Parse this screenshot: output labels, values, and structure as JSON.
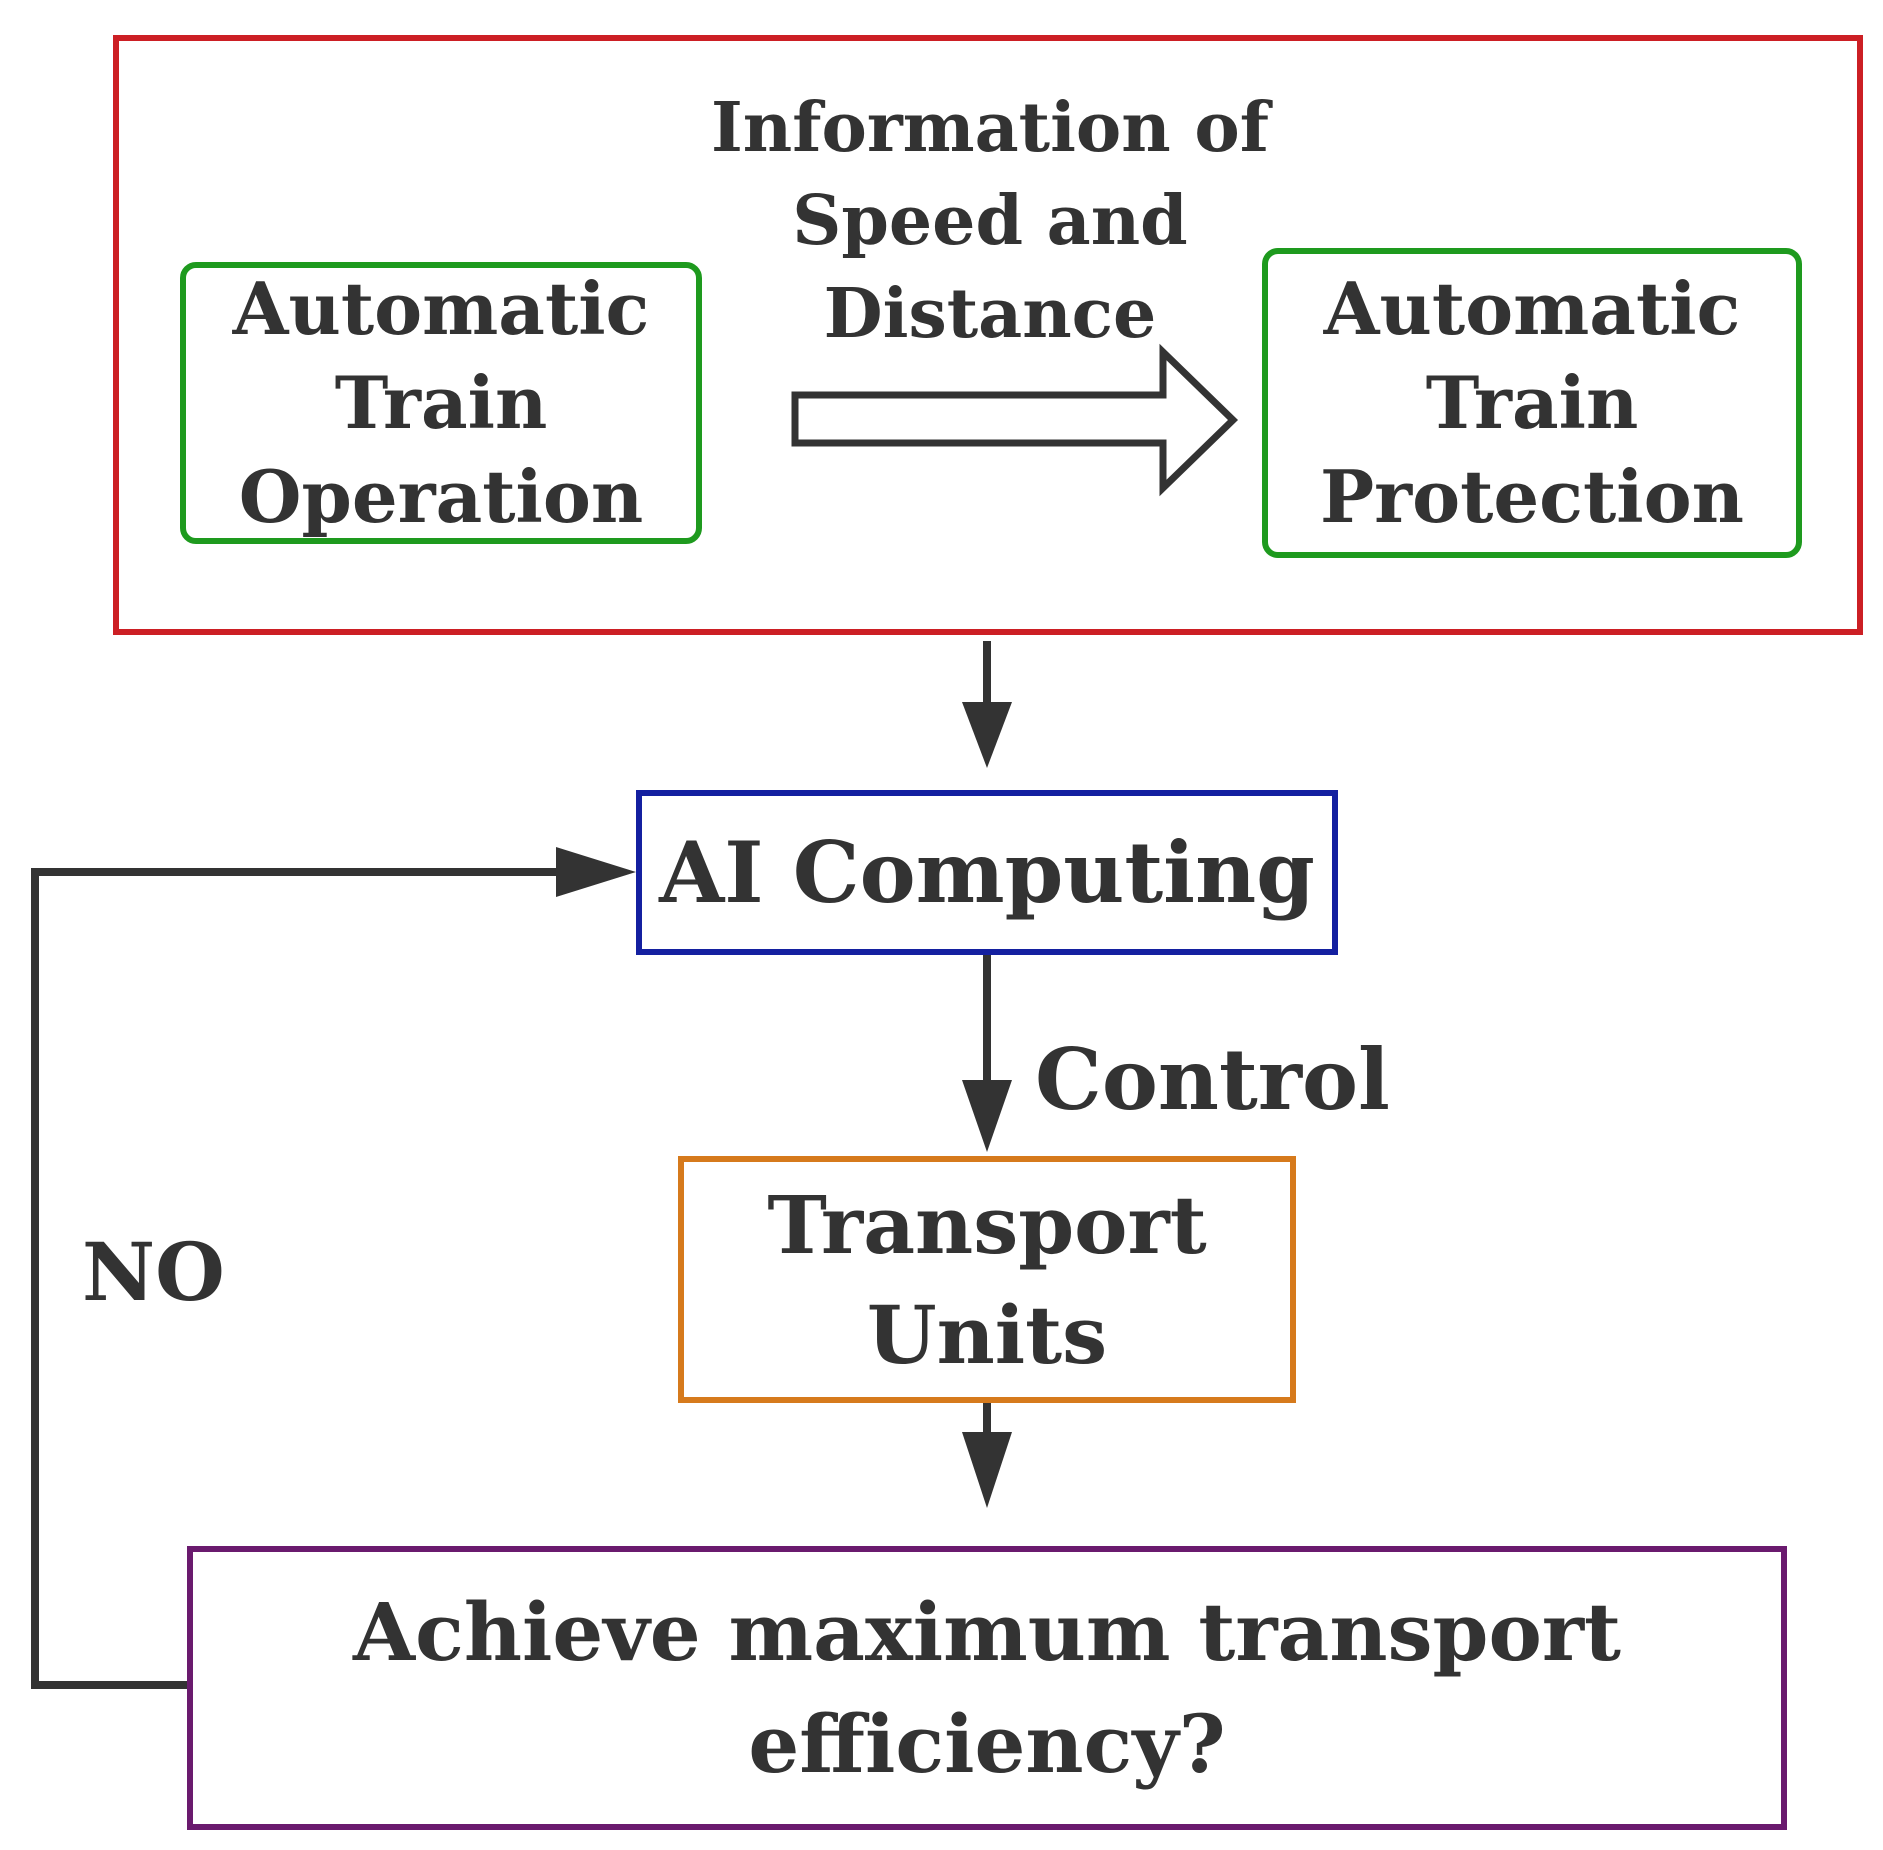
{
  "diagram": {
    "nodes": {
      "ato": {
        "lines": [
          "Automatic",
          "Train",
          "Operation"
        ]
      },
      "atp": {
        "lines": [
          "Automatic",
          "Train",
          "Protection"
        ]
      },
      "ai": {
        "label": "AI Computing"
      },
      "transport": {
        "lines": [
          "Transport",
          "Units"
        ]
      },
      "efficiency": {
        "lines": [
          "Achieve maximum transport",
          "efficiency?"
        ]
      }
    },
    "edges": {
      "info": {
        "lines": [
          "Information of",
          "Speed and",
          "Distance"
        ]
      },
      "control": {
        "label": "Control"
      },
      "no": {
        "label": "NO"
      }
    },
    "colors": {
      "outer_border": "#cc1f24",
      "ato_atp_border": "#1e9a1e",
      "ai_border": "#1420a0",
      "transport_border": "#d67a1c",
      "efficiency_border": "#6a1a6e",
      "arrow": "#333333"
    }
  }
}
